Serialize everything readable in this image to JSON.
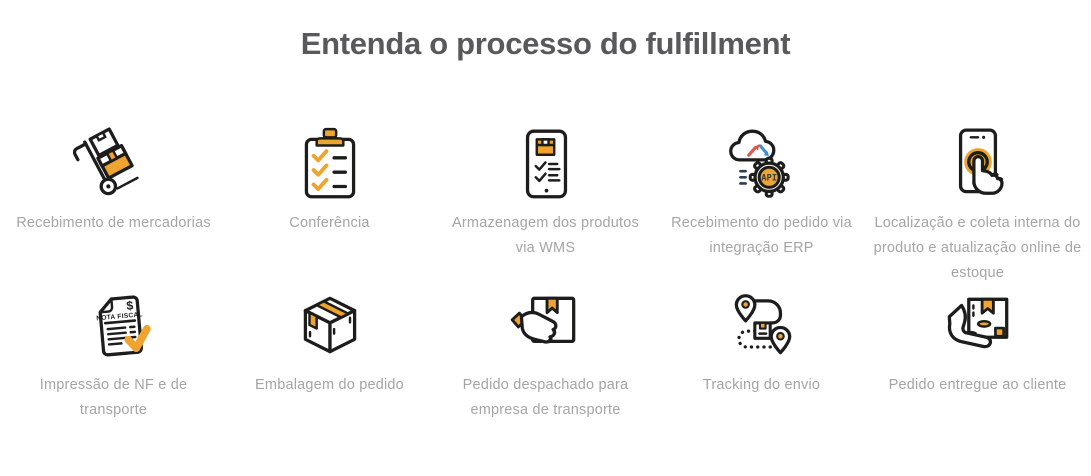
{
  "page_title": "Entenda o processo do fulfillment",
  "colors": {
    "accent_amber": "#EEA42F",
    "outline": "#1D1D1B",
    "title_text": "#58595B",
    "label_text": "#A5A5A5",
    "arrow_red": "#E2574C",
    "arrow_blue": "#418FD0",
    "api_text": "#2C3E50",
    "background": "#FFFFFF"
  },
  "icon_texts": {
    "api": "API",
    "invoice_title": "NOTA FISCAL",
    "invoice_currency": "$"
  },
  "steps": [
    {
      "label": "Recebimento de mercadorias",
      "icon": "hand-truck-icon"
    },
    {
      "label": "Conferência",
      "icon": "checklist-clipboard-icon"
    },
    {
      "label": "Armazenagem dos produtos via WMS",
      "icon": "tablet-wms-icon"
    },
    {
      "label": "Recebimento do pedido via integração ERP",
      "icon": "api-cloud-gear-icon"
    },
    {
      "label": "Localização e coleta interna do produto e atualização online de estoque",
      "icon": "phone-touch-icon"
    },
    {
      "label": "Impressão de NF e de transporte",
      "icon": "invoice-check-icon"
    },
    {
      "label": "Embalagem do pedido",
      "icon": "packing-box-icon"
    },
    {
      "label": "Pedido despachado para empresa de transporte",
      "icon": "box-handover-icon"
    },
    {
      "label": "Tracking do envio",
      "icon": "route-pins-icon"
    },
    {
      "label": "Pedido entregue ao cliente",
      "icon": "hand-delivery-icon"
    }
  ]
}
